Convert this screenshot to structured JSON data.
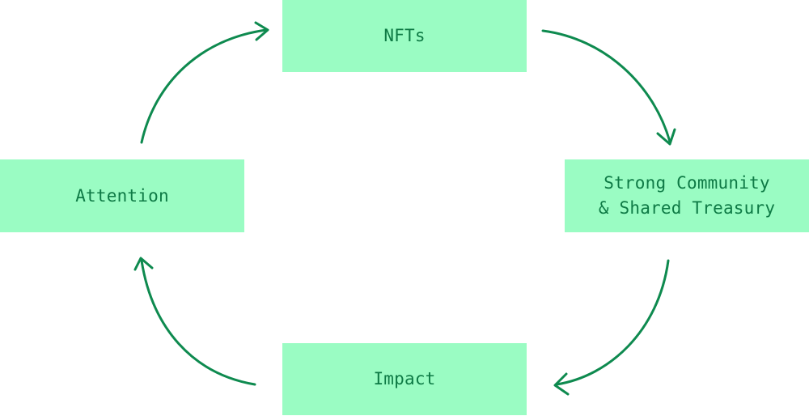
{
  "diagram": {
    "nodes": {
      "nfts": {
        "label": "NFTs"
      },
      "community": {
        "label": "Strong Community\n& Shared Treasury"
      },
      "impact": {
        "label": "Impact"
      },
      "attention": {
        "label": "Attention"
      }
    },
    "edges": [
      {
        "from": "nfts",
        "to": "community"
      },
      {
        "from": "community",
        "to": "impact"
      },
      {
        "from": "impact",
        "to": "attention"
      },
      {
        "from": "attention",
        "to": "nfts"
      }
    ],
    "colors": {
      "node_fill": "#9afcc3",
      "node_text": "#0e7a45",
      "arrow": "#0e8a4f"
    }
  }
}
